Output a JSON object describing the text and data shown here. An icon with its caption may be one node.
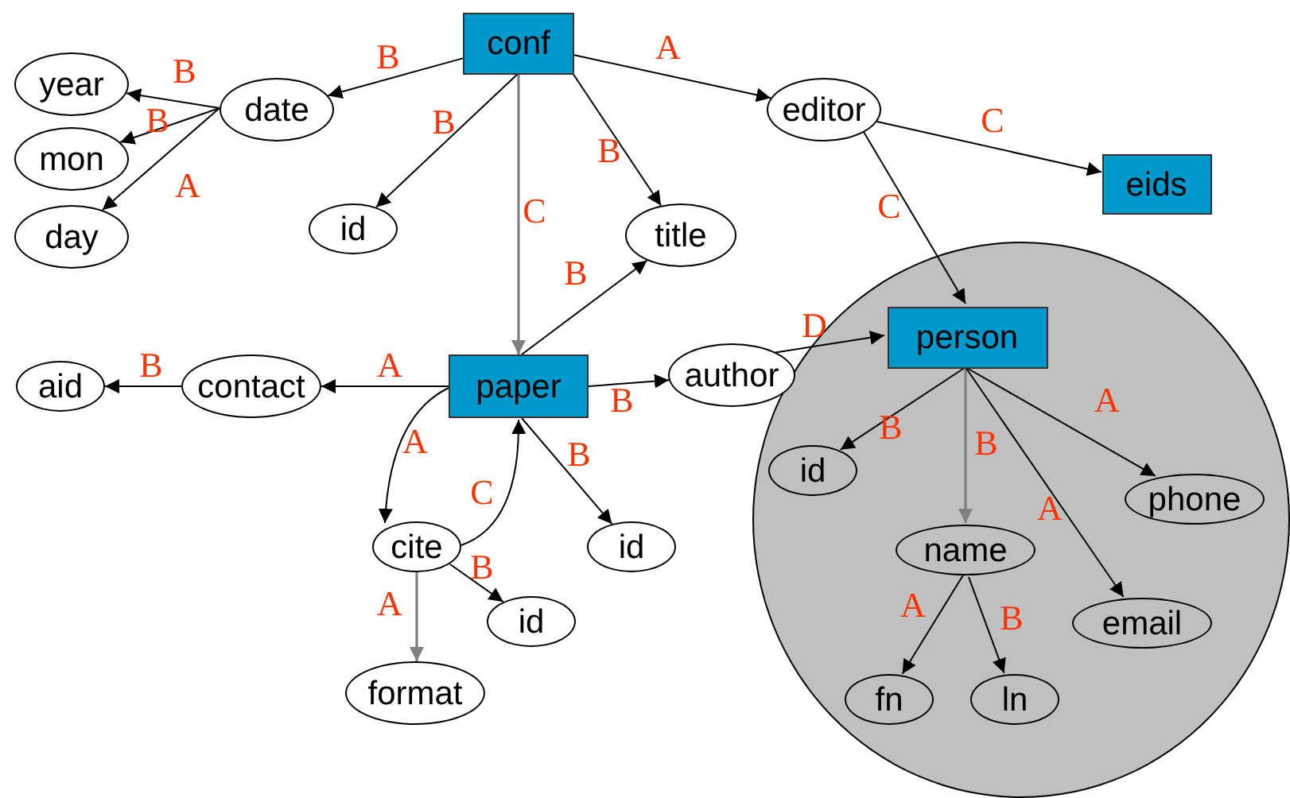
{
  "diagram": {
    "nodes": [
      {
        "text": [
          "conf"
        ]
      },
      {
        "text": [
          "year"
        ]
      },
      {
        "text": [
          "date"
        ]
      },
      {
        "text": [
          "editor"
        ]
      },
      {
        "text": [
          "mon"
        ]
      },
      {
        "text": [
          "eids"
        ]
      },
      {
        "text": [
          "id"
        ]
      },
      {
        "text": [
          "title"
        ]
      },
      {
        "text": [
          "day"
        ]
      },
      {
        "text": [],
        "shape": "circle"
      },
      {
        "text": [
          "person"
        ],
        "in": 9
      },
      {
        "text": [
          "paper"
        ]
      },
      {
        "text": [
          "contact"
        ]
      },
      {
        "text": [
          "aid"
        ]
      },
      {
        "text": [
          "author"
        ]
      },
      {
        "text": [
          "id"
        ],
        "in": 9
      },
      {
        "text": [
          "phone"
        ],
        "in": 9
      },
      {
        "text": [
          "cite"
        ]
      },
      {
        "text": [
          "id"
        ]
      },
      {
        "text": [
          "name"
        ],
        "in": 9
      },
      {
        "text": [
          "id"
        ]
      },
      {
        "text": [
          "email"
        ],
        "in": 9
      },
      {
        "text": [
          "format"
        ]
      },
      {
        "text": [
          "fn"
        ],
        "in": 9
      },
      {
        "text": [
          "ln"
        ],
        "in": 9
      }
    ],
    "edges": [
      {
        "from": 0,
        "to": 2,
        "arrow": "to",
        "label": "B"
      },
      {
        "from": 0,
        "to": 6,
        "arrow": "to",
        "label": "B"
      },
      {
        "from": 0,
        "to": 11,
        "arrow": "to",
        "label": "C",
        "color": "#808080"
      },
      {
        "from": 0,
        "to": 7,
        "arrow": "to",
        "label": "B"
      },
      {
        "from": 0,
        "to": 3,
        "arrow": "to",
        "label": "A"
      },
      {
        "from": 2,
        "to": 1,
        "arrow": "to",
        "label": "B"
      },
      {
        "from": 2,
        "to": 4,
        "arrow": "to",
        "label": "B"
      },
      {
        "from": 2,
        "to": 8,
        "arrow": "to",
        "label": "A"
      },
      {
        "from": 3,
        "to": 5,
        "arrow": "to",
        "label": "C"
      },
      {
        "from": 3,
        "to": 10,
        "arrow": "to",
        "label": "C"
      },
      {
        "from": 11,
        "to": 7,
        "arrow": "to",
        "label": "B"
      },
      {
        "from": 11,
        "to": 12,
        "arrow": "to",
        "label": "A"
      },
      {
        "from": 12,
        "to": 13,
        "arrow": "to",
        "label": "B"
      },
      {
        "from": 11,
        "to": 14,
        "arrow": "to",
        "label": "B"
      },
      {
        "from": 14,
        "to": 10,
        "arrow": "to",
        "label": "D"
      },
      {
        "from": 11,
        "to": 17,
        "arrow": "to",
        "label": "A"
      },
      {
        "from": 17,
        "to": 11,
        "arrow": "to",
        "label": "C"
      },
      {
        "from": 11,
        "to": 18,
        "arrow": "to",
        "label": "B"
      },
      {
        "from": 17,
        "to": 20,
        "arrow": "to",
        "label": "B"
      },
      {
        "from": 17,
        "to": 22,
        "arrow": "to",
        "label": "A",
        "color": "#808080"
      },
      {
        "from": 10,
        "to": 15,
        "arrow": "to",
        "label": "B"
      },
      {
        "from": 10,
        "to": 19,
        "arrow": "to",
        "label": "B",
        "color": "#808080"
      },
      {
        "from": 10,
        "to": 16,
        "arrow": "to",
        "label": "A"
      },
      {
        "from": 10,
        "to": 21,
        "arrow": "to",
        "label": "A"
      },
      {
        "from": 19,
        "to": 23,
        "arrow": "to",
        "label": "A"
      },
      {
        "from": 19,
        "to": 24,
        "arrow": "to",
        "label": "B"
      }
    ]
  }
}
